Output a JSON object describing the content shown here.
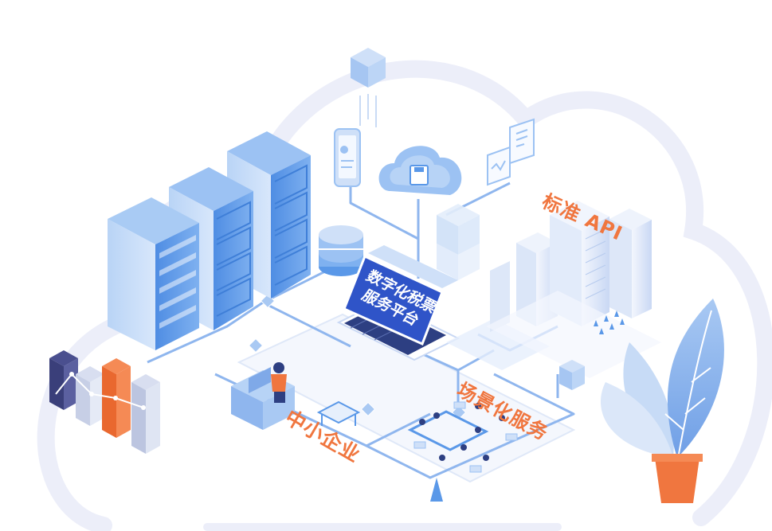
{
  "labels": {
    "standard_api": "标准 API",
    "scenario_service": "场景化服务",
    "sme": "中小企业"
  },
  "platform_screen": {
    "line1": "数字化税票",
    "line2": "服务平台"
  },
  "colors": {
    "cloud_outline": "#eceef9",
    "line_blue": "#8fb6ee",
    "server_blue": "#5a98e8",
    "server_light": "#9cc2f3",
    "screen_navy": "#2f54c8",
    "accent_orange": "#f0763f",
    "navy": "#2d3f82",
    "leaf_blue": "#8fb8ee"
  }
}
